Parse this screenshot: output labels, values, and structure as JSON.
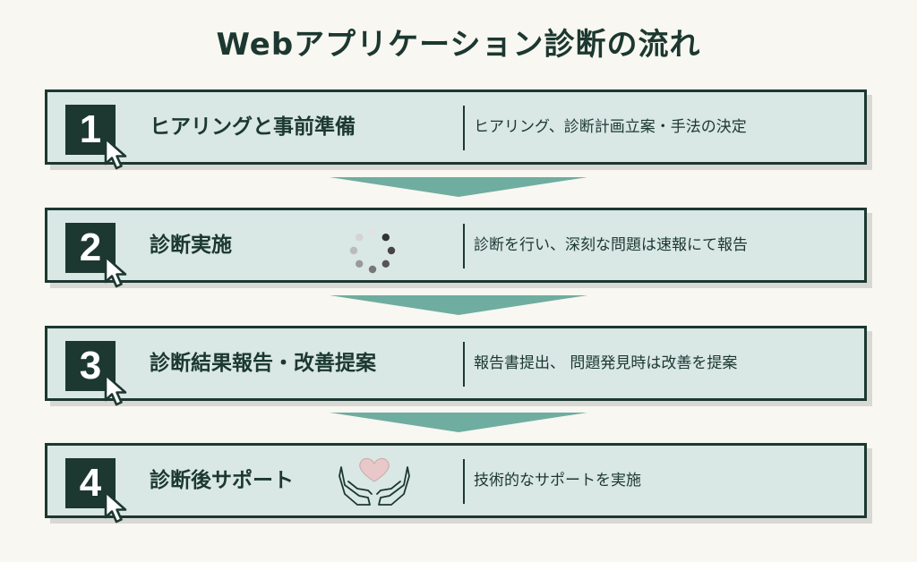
{
  "page": {
    "title": "Webアプリケーション診断の流れ"
  },
  "steps": [
    {
      "number": "1",
      "title": "ヒアリングと事前準備",
      "description": "ヒアリング、診断計画立案・手法の決定",
      "icon": ""
    },
    {
      "number": "2",
      "title": "診断実施",
      "description": "診断を行い、深刻な問題は速報にて報告",
      "icon": "loading-spinner-icon"
    },
    {
      "number": "3",
      "title": "診断結果報告・改善提案",
      "description": "報告書提出、 問題発見時は改善を提案",
      "icon": ""
    },
    {
      "number": "4",
      "title": "診断後サポート",
      "description": "技術的なサポートを実施",
      "icon": "hands-heart-icon"
    }
  ],
  "colors": {
    "background": "#f8f7f1",
    "step_fill": "#d9e7e5",
    "dark": "#1c3830",
    "arrow": "#6fada0",
    "shadow": "#d8d8d4",
    "heart": "#e8c8c8"
  }
}
